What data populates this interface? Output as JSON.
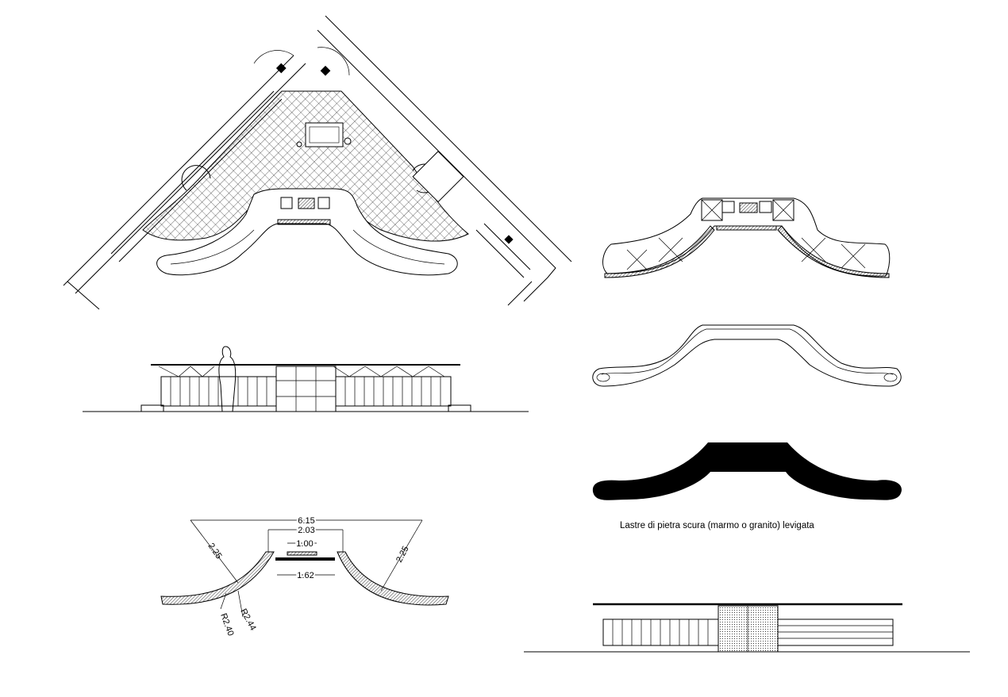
{
  "drawing": {
    "caption": "Lastre di pietra scura (marmo o granito) levigata",
    "dimensions": {
      "overall_width": "6.15",
      "inner_width": "2.03",
      "center_width": "1.00",
      "base_width": "1.62",
      "left_arm": "2.25",
      "right_arm": "2.25",
      "radius_outer": "R2.44",
      "radius_inner": "R2.40"
    }
  }
}
